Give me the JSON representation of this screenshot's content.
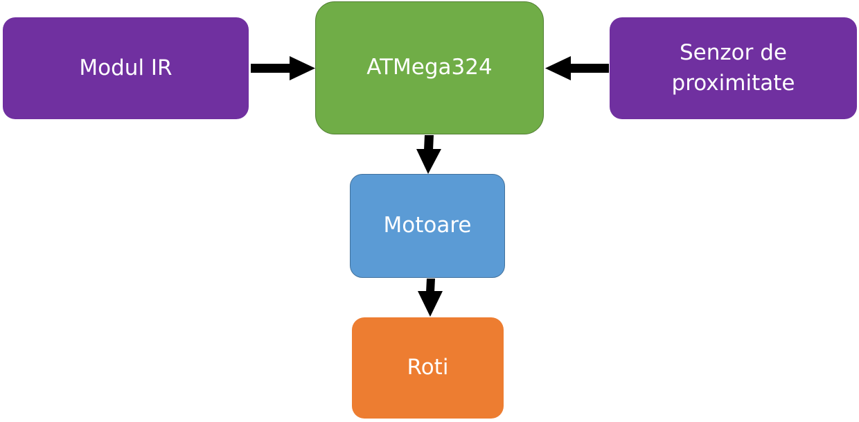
{
  "colors": {
    "sensor": "#7030a0",
    "controller": "#70ad47",
    "actuator": "#5b9bd5",
    "output": "#ed7d31",
    "arrow": "#000000",
    "text": "#ffffff"
  },
  "nodes": {
    "ir_module": {
      "label": "Modul IR"
    },
    "controller": {
      "label": "ATMega324"
    },
    "proximity_sensor": {
      "label": "Senzor de\nproximitate"
    },
    "motors": {
      "label": "Motoare"
    },
    "wheels": {
      "label": "Roti"
    }
  },
  "edges": [
    {
      "from": "ir_module",
      "to": "controller"
    },
    {
      "from": "proximity_sensor",
      "to": "controller"
    },
    {
      "from": "controller",
      "to": "motors"
    },
    {
      "from": "motors",
      "to": "wheels"
    }
  ]
}
